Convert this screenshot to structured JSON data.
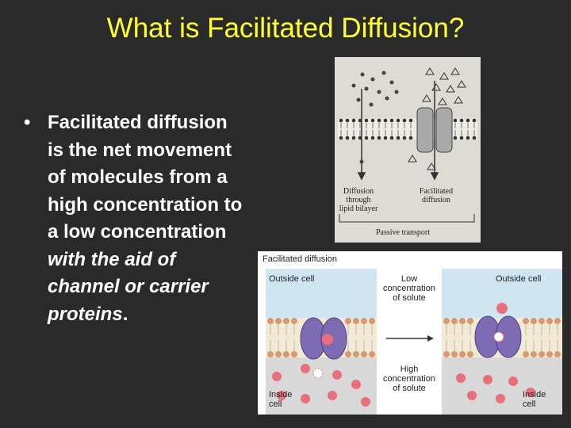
{
  "slide": {
    "title": "What is Facilitated Diffusion?",
    "bullet": {
      "lines_plain": [
        "Facilitated diffusion",
        "is the net movement",
        "of molecules from a",
        "high concentration to",
        "a low concentration"
      ],
      "lines_italic": [
        "with the aid of",
        "channel or carrier",
        "proteins"
      ],
      "trailing": "."
    }
  },
  "figure_top": {
    "label_left_1": "Diffusion",
    "label_left_2": "through",
    "label_left_3": "lipid bilayer",
    "label_right_1": "Facilitated",
    "label_right_2": "diffusion",
    "footer": "Passive transport"
  },
  "figure_bottom": {
    "title": "Facilitated diffusion",
    "outside_left": "Outside cell",
    "outside_right": "Outside cell",
    "low_1": "Low",
    "low_2": "concentration",
    "low_3": "of solute",
    "high_1": "High",
    "high_2": "concentration",
    "high_3": "of solute",
    "inside_left_1": "Inside",
    "inside_left_2": "cell",
    "inside_right_1": "Inside",
    "inside_right_2": "cell"
  },
  "colors": {
    "background": "#2a2a2a",
    "title": "#ffff33",
    "text": "#ffffff",
    "outside_fluid": "#cfe6f2",
    "inside_fluid": "#d8d8d8",
    "protein": "#7d6bb3",
    "solute": "#e8707a"
  }
}
